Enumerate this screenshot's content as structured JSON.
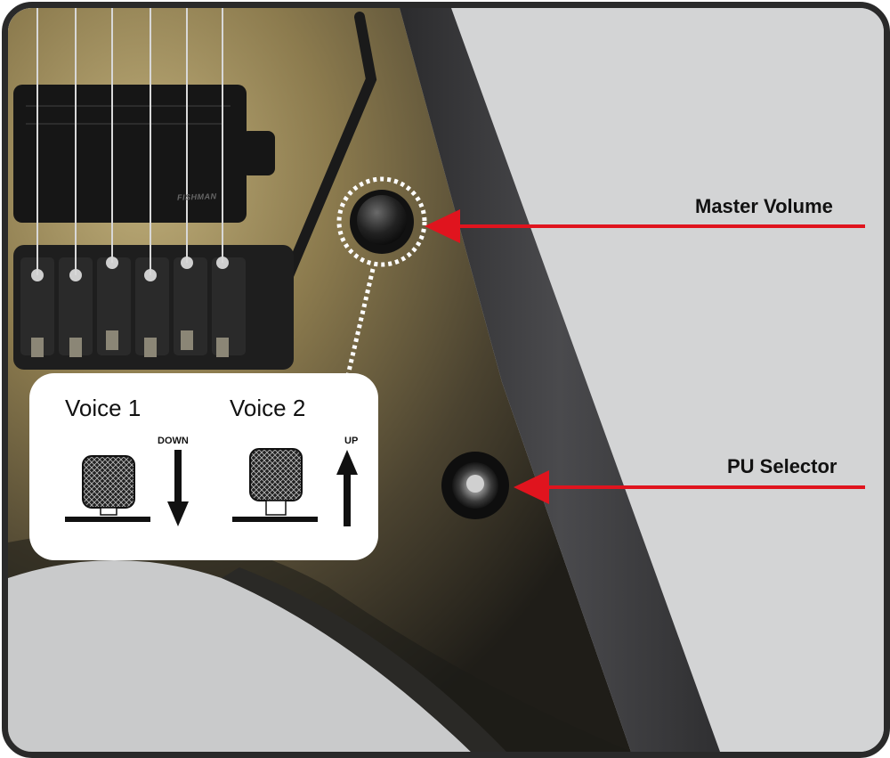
{
  "callouts": {
    "master_volume": "Master Volume",
    "pu_selector": "PU Selector"
  },
  "voices": [
    {
      "title": "Voice 1",
      "direction": "DOWN",
      "arrow_icon": "arrow-down-icon"
    },
    {
      "title": "Voice 2",
      "direction": "UP",
      "arrow_icon": "arrow-up-icon"
    }
  ],
  "pickup_brand": "FISHMAN",
  "colors": {
    "arrow": "#e0141e",
    "frame": "#2a2a2a",
    "body_finish": "#8a7a4e",
    "bevel": "#3a3a3c",
    "background": "#d3d4d5"
  }
}
